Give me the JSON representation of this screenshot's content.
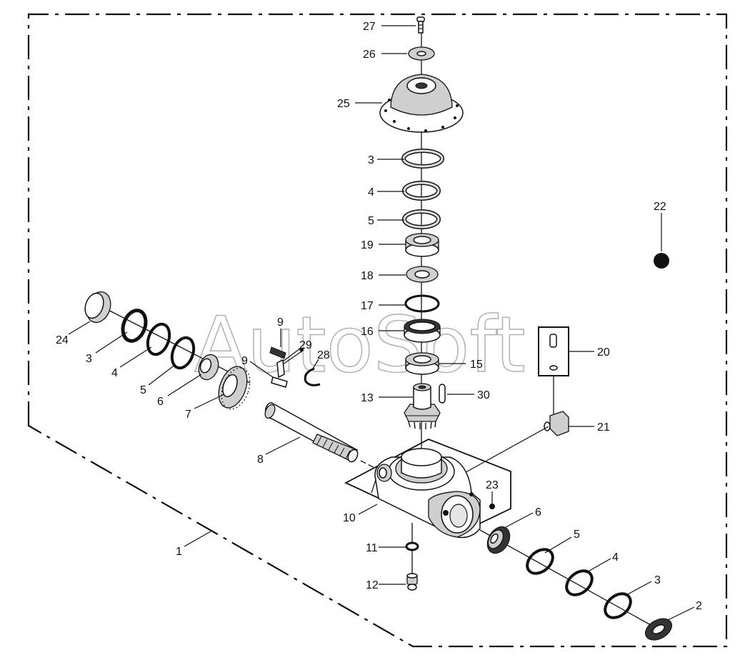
{
  "watermark": "AutoSoft",
  "callouts": [
    {
      "id": "c27",
      "text": "27"
    },
    {
      "id": "c26",
      "text": "26"
    },
    {
      "id": "c25",
      "text": "25"
    },
    {
      "id": "c3a",
      "text": "3"
    },
    {
      "id": "c4a",
      "text": "4"
    },
    {
      "id": "c5a",
      "text": "5"
    },
    {
      "id": "c19",
      "text": "19"
    },
    {
      "id": "c18",
      "text": "18"
    },
    {
      "id": "c17",
      "text": "17"
    },
    {
      "id": "c16",
      "text": "16"
    },
    {
      "id": "c15",
      "text": "15"
    },
    {
      "id": "c13",
      "text": "13"
    },
    {
      "id": "c30",
      "text": "30"
    },
    {
      "id": "c22",
      "text": "22"
    },
    {
      "id": "c20",
      "text": "20"
    },
    {
      "id": "c21",
      "text": "21"
    },
    {
      "id": "c23",
      "text": "23"
    },
    {
      "id": "c9a",
      "text": "9"
    },
    {
      "id": "c29",
      "text": "29"
    },
    {
      "id": "c9b",
      "text": "9"
    },
    {
      "id": "c28",
      "text": "28"
    },
    {
      "id": "c24",
      "text": "24"
    },
    {
      "id": "c3b",
      "text": "3"
    },
    {
      "id": "c4b",
      "text": "4"
    },
    {
      "id": "c5b",
      "text": "5"
    },
    {
      "id": "c6a",
      "text": "6"
    },
    {
      "id": "c7",
      "text": "7"
    },
    {
      "id": "c8",
      "text": "8"
    },
    {
      "id": "c10",
      "text": "10"
    },
    {
      "id": "c1",
      "text": "1"
    },
    {
      "id": "c11",
      "text": "11"
    },
    {
      "id": "c12",
      "text": "12"
    },
    {
      "id": "c6b",
      "text": "6"
    },
    {
      "id": "c5c",
      "text": "5"
    },
    {
      "id": "c4c",
      "text": "4"
    },
    {
      "id": "c3c",
      "text": "3"
    },
    {
      "id": "c2",
      "text": "2"
    }
  ]
}
